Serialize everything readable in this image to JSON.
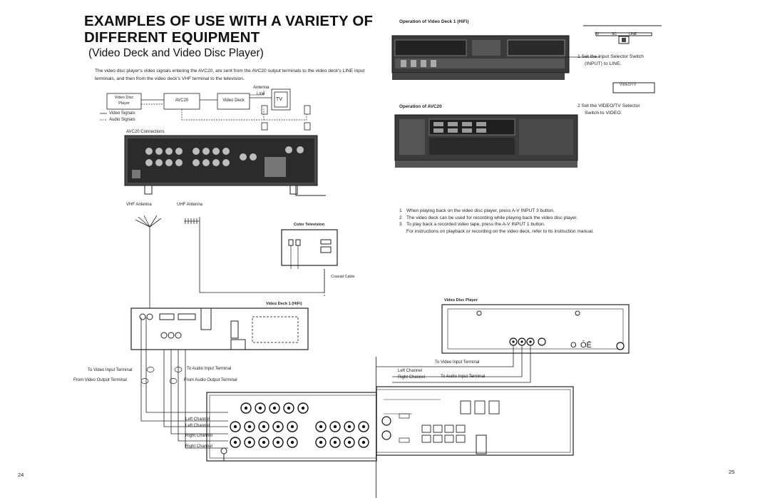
{
  "left_page": {
    "page_number": "24",
    "title_line1": "EXAMPLES OF USE WITH A VARIETY OF",
    "title_line2": "DIFFERENT EQUIPMENT",
    "subtitle": "(Video Deck and Video Disc Player)",
    "intro": "The video disc player's video signals entering the AVC20, are sent from the AVC20 output terminals to the video deck's LINE input terminals, and then from the video deck's VHF terminal to the television.",
    "flow": {
      "video_disc_player": "Video Disc Player",
      "avc20": "AVC20",
      "video_deck": "Video Deck",
      "antenna": "Antenna",
      "line": "Line",
      "tv": "TV"
    },
    "legend": {
      "video": "Video Signals",
      "audio": "Audio Signals"
    },
    "avc20_connections": "AVC20 Connections",
    "vhf_antenna": "VHF Antenna",
    "uhf_antenna": "UHF Antenna",
    "color_television": "Color Television",
    "coaxial_cable": "Coaxial Cable",
    "video_deck_label": "Video Deck 1 (HiFi)",
    "to_video_input": "To Video Input Terminal",
    "from_video_output": "From Video Output Terminal",
    "to_audio_input": "To Audio Input Terminal",
    "from_audio_output": "From Audio Output Terminal",
    "left_channel_a": "Left Channel",
    "left_channel_b": "Left Channel",
    "right_channel_a": "Right Channel",
    "right_channel_b": "Right Channel"
  },
  "right_page": {
    "page_number": "25",
    "op_video_deck": "Operation of Video Deck 1 (HiFi)",
    "switch_labels": {
      "tv": "TV",
      "sc": "SC",
      "line": "LINE",
      "videotv": "VIDEO/TV"
    },
    "side_step1_a": "1 Set the Input Selector Switch",
    "side_step1_b": "(INPUT) to LINE.",
    "op_avc20": "Operation of AVC20",
    "side_step2_a": "2 Set the VIDEO/TV Selector",
    "side_step2_b": "Switch to VIDEO.",
    "steps": [
      {
        "n": "1",
        "text": "When playing back on the video disc player, press A-V INPUT 3 button."
      },
      {
        "n": "2",
        "text": "The video deck can be used for recording while playing back the video disc player."
      },
      {
        "n": "3",
        "text": "To play back a recorded video tape, press the A-V INPUT 1 button."
      }
    ],
    "note": "For instructions on playback or recording on the video deck, refer to its instruction manual.",
    "video_disc_player_label": "Video Disc Player",
    "to_video_input": "To Video Input Terminal",
    "left_channel": "Left Channel",
    "right_channel": "Right Channel",
    "to_audio_input": "To Audio Input Terminal"
  }
}
